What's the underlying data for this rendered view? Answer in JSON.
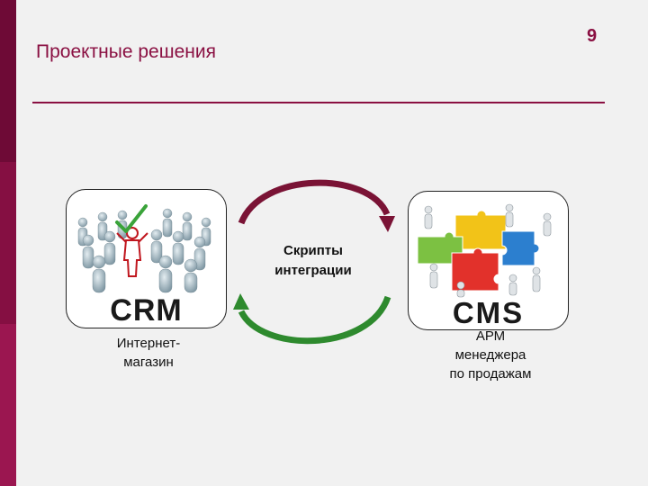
{
  "slide": {
    "title": "Проектные решения",
    "page_number": "9"
  },
  "diagram": {
    "crm_logo": "CRM",
    "cms_logo": "CMS",
    "center_label_line1": "Скрипты",
    "center_label_line2": "интеграции",
    "left_caption_line1": "Интернет-",
    "left_caption_line2": "магазин",
    "right_caption_line1": "АРМ",
    "right_caption_line2": "менеджера",
    "right_caption_line3": "по продажам"
  },
  "colors": {
    "accent": "#8a1042",
    "top_arrow": "#7a1335",
    "bottom_arrow": "#2e8a2e"
  }
}
